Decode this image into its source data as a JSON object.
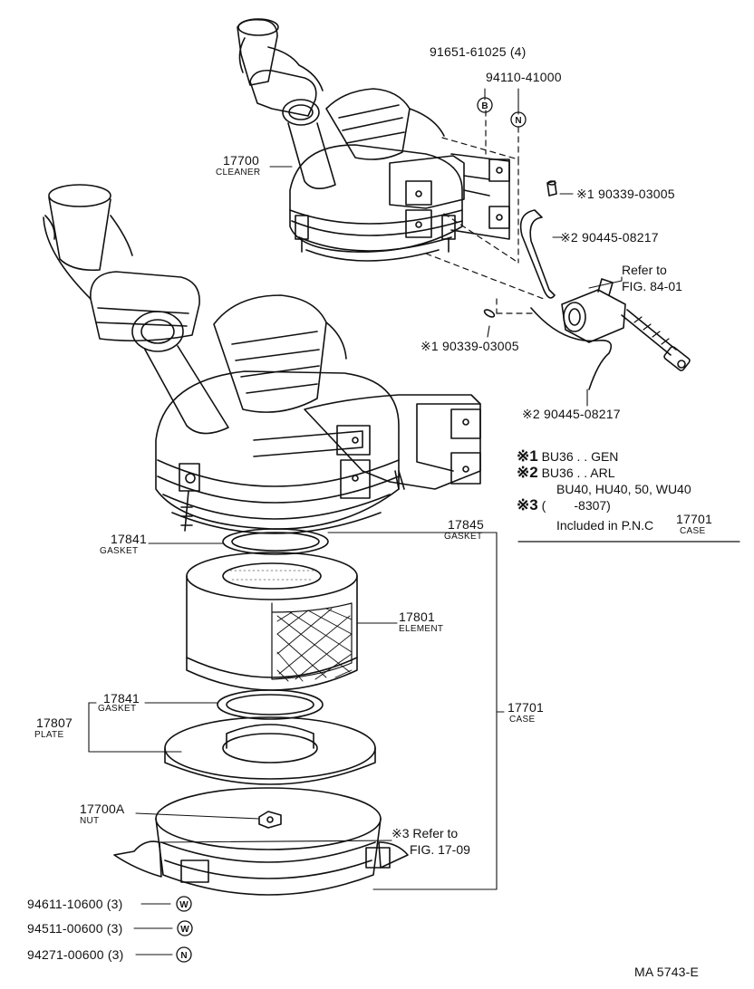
{
  "callouts": {
    "p17700": {
      "num": "17700",
      "name": "CLEANER"
    },
    "p91651": {
      "num": "91651-61025 (4)",
      "icon": "B"
    },
    "p94110": {
      "num": "94110-41000",
      "icon": "N"
    },
    "p90339a": {
      "num": "※1 90339-03005"
    },
    "p90445a": {
      "num": "※2 90445-08217"
    },
    "refer84": {
      "line1": "Refer to",
      "line2": "FIG. 84-01"
    },
    "p90339b": {
      "num": "※1 90339-03005"
    },
    "p90445b": {
      "num": "※2 90445-08217"
    },
    "p17841a": {
      "num": "17841",
      "name": "GASKET"
    },
    "p17845": {
      "num": "17845",
      "name": "GASKET"
    },
    "p17801": {
      "num": "17801",
      "name": "ELEMENT"
    },
    "p17841b": {
      "num": "17841",
      "name": "GASKET"
    },
    "p17807": {
      "num": "17807",
      "name": "PLATE"
    },
    "p17701": {
      "num": "17701",
      "name": "CASE"
    },
    "p17700A": {
      "num": "17700A",
      "name": "NUT"
    },
    "refer17": {
      "line1": "※3 Refer to",
      "line2": "FIG. 17-09"
    },
    "p94611": {
      "num": "94611-10600 (3)",
      "icon": "W"
    },
    "p94511": {
      "num": "94511-00600 (3)",
      "icon": "W"
    },
    "p94271": {
      "num": "94271-00600 (3)",
      "icon": "N"
    }
  },
  "notes": {
    "n1_mark": "※1",
    "n1_text": "BU36 . . GEN",
    "n2_mark": "※2",
    "n2_text": "BU36 . . ARL",
    "n2_text2": "BU40, HU40, 50, WU40",
    "n3_mark": "※3",
    "n3_text": "(        -8307)",
    "incl_text": "Included in P.N.C",
    "incl_num": "17701",
    "incl_name": "CASE"
  },
  "footer": {
    "code": "MA 5743-E"
  }
}
